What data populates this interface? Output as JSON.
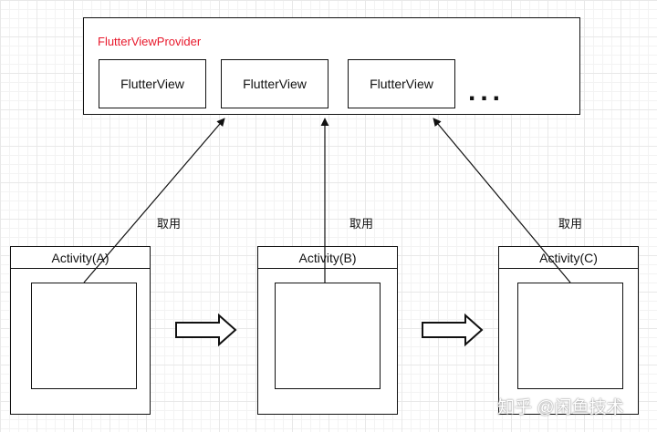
{
  "provider": {
    "title": "FlutterViewProvider",
    "views": [
      "FlutterView",
      "FlutterView",
      "FlutterView"
    ],
    "ellipsis": "..."
  },
  "activities": [
    {
      "label": "Activity(A)"
    },
    {
      "label": "Activity(B)"
    },
    {
      "label": "Activity(C)"
    }
  ],
  "arrow_labels": [
    "取用",
    "取用",
    "取用"
  ],
  "watermark": "知乎 @闲鱼技术",
  "colors": {
    "provider_title": "#e8192c",
    "stroke": "#111111",
    "grid": "#e8e8e8"
  }
}
